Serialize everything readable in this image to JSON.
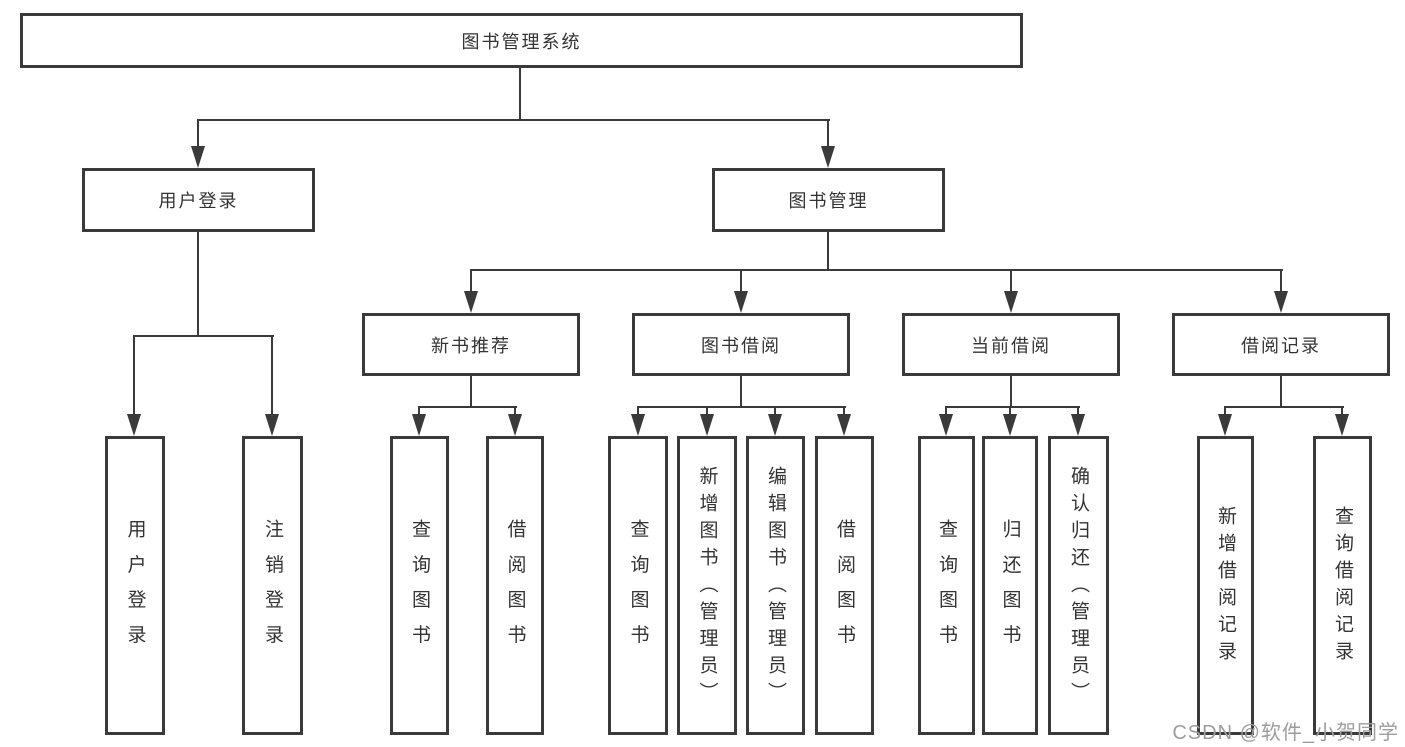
{
  "tree": {
    "root": {
      "label": "图书管理系统",
      "children": [
        {
          "label": "用户登录",
          "children": [
            {
              "label": "用户登录"
            },
            {
              "label": "注销登录"
            }
          ]
        },
        {
          "label": "图书管理",
          "children": [
            {
              "label": "新书推荐",
              "children": [
                {
                  "label": "查询图书"
                },
                {
                  "label": "借阅图书"
                }
              ]
            },
            {
              "label": "图书借阅",
              "children": [
                {
                  "label": "查询图书"
                },
                {
                  "label": "新增图书（管理员）"
                },
                {
                  "label": "编辑图书（管理员）"
                },
                {
                  "label": "借阅图书"
                }
              ]
            },
            {
              "label": "当前借阅",
              "children": [
                {
                  "label": "查询图书"
                },
                {
                  "label": "归还图书"
                },
                {
                  "label": "确认归还（管理员）"
                }
              ]
            },
            {
              "label": "借阅记录",
              "children": [
                {
                  "label": "新增借阅记录"
                },
                {
                  "label": "查询借阅记录"
                }
              ]
            }
          ]
        }
      ]
    }
  },
  "watermark": {
    "text": "CSDN @软件_小贺同学"
  },
  "colors": {
    "line": "#3a3a3a",
    "text": "#333333",
    "watermark": "#9d9d9d",
    "background": "#ffffff"
  }
}
